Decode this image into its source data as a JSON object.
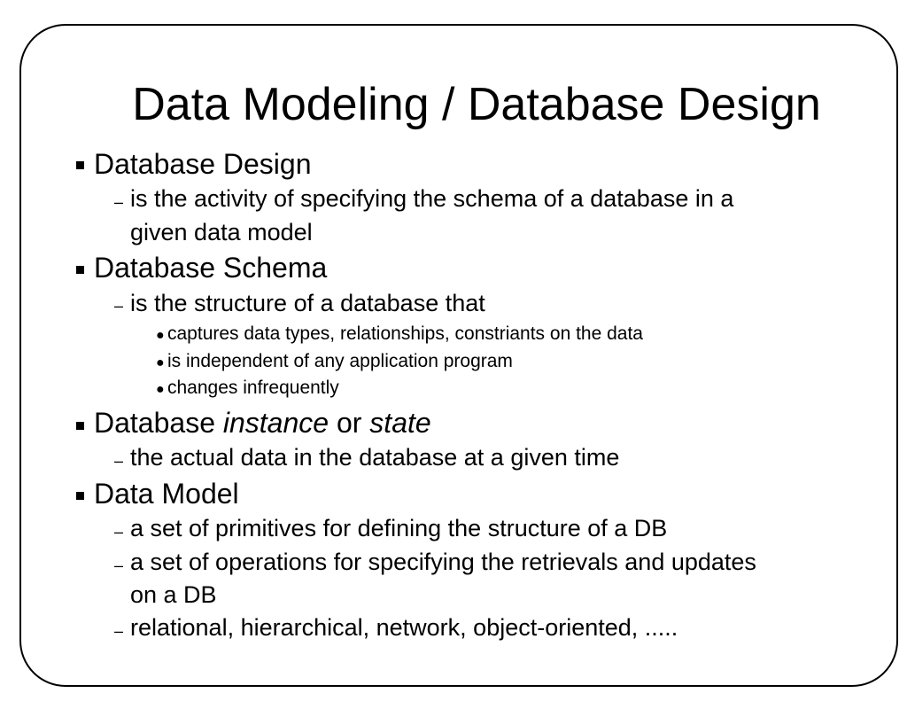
{
  "slide": {
    "title": "Data Modeling / Database Design",
    "bullet_icon": "square-bullet-icon",
    "sub_bullet_icon": "dash-bullet-icon",
    "sub_sub_bullet_icon": "dot-bullet-icon",
    "sections": [
      {
        "heading": "Database Design",
        "items": [
          {
            "line1": "is the activity of specifying the schema of a database in a",
            "line2": "given data model"
          }
        ]
      },
      {
        "heading": "Database Schema",
        "items": [
          {
            "text": "is the structure of a database that",
            "sub": [
              "captures data types, relationships, constriants on the data",
              "is independent of any application program",
              "changes infrequently"
            ]
          }
        ]
      },
      {
        "heading_parts": [
          "Database ",
          "instance",
          " or ",
          "state"
        ],
        "items": [
          {
            "text": "the actual data in the database at a given time"
          }
        ]
      },
      {
        "heading": "Data Model",
        "items": [
          {
            "text": "a set of primitives for defining the structure of a DB"
          },
          {
            "line1": "a set of operations for specifying the retrievals and updates",
            "line2": "on a DB"
          },
          {
            "text": "relational, hierarchical, network, object-oriented, ....."
          }
        ]
      }
    ]
  }
}
